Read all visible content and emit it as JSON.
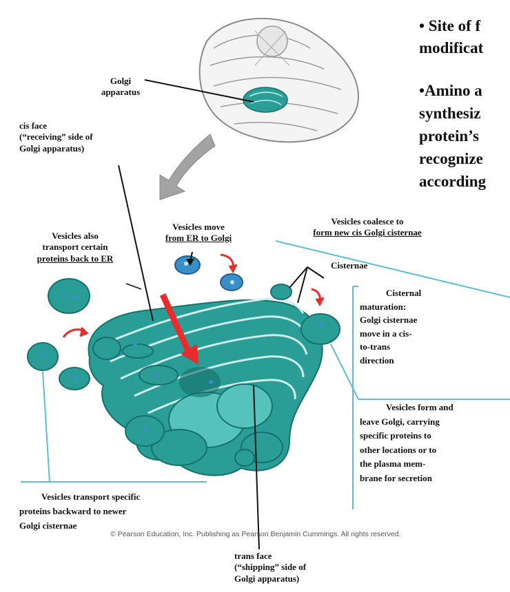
{
  "bullets": {
    "b1_line1": "• Site of f",
    "b1_line2": "modificat",
    "b2_line1": "•Amino a",
    "b2_line2": "synthesiz",
    "b2_line3": "protein’s",
    "b2_line4": "recognize",
    "b2_line5": "according"
  },
  "labels": {
    "golgi_line1": "Golgi",
    "golgi_line2": "apparatus",
    "cis_line1": "cis face",
    "cis_line2": "(“receiving” side of",
    "cis_line3": "Golgi apparatus)",
    "back_line1": "Vesicles also",
    "back_line2": "transport certain",
    "back_line3": "proteins back to ER",
    "move_line1": "Vesicles move",
    "move_line2": "from ER to Golgi",
    "coalesce_line1": "Vesicles coalesce to",
    "coalesce_line2": "form new cis Golgi cisternae",
    "cisternae": "Cisternae",
    "mat_line1": "Cisternal",
    "mat_line2": "maturation:",
    "mat_line3": "Golgi cisternae",
    "mat_line4": "move in a cis-",
    "mat_line5": "to-trans",
    "mat_line6": "direction",
    "leave_line1": "Vesicles form and",
    "leave_line2": "leave Golgi, carrying",
    "leave_line3": "specific proteins to",
    "leave_line4": "other locations or to",
    "leave_line5": "the plasma mem-",
    "leave_line6": "brane for secretion",
    "backward_line1": "Vesicles transport specific",
    "backward_line2": "proteins backward to newer",
    "backward_line3": "Golgi cisternae",
    "trans_line1": "trans face",
    "trans_line2": "(“shipping” side of",
    "trans_line3": "Golgi apparatus)"
  },
  "credit": "© Pearson Education, Inc. Publishing as Pearson Benjamin Cummings. All rights reserved.",
  "colors": {
    "golgi_fill": "#2a9d96",
    "golgi_light": "#55c2bb",
    "golgi_dark": "#17706b",
    "vesicle_blue": "#3a8fc9",
    "arrow_red": "#e82c2c",
    "callout_line": "#5bbfd0",
    "cell_outline": "#8a8a8a",
    "arrow_gray": "#9a9a9a"
  }
}
